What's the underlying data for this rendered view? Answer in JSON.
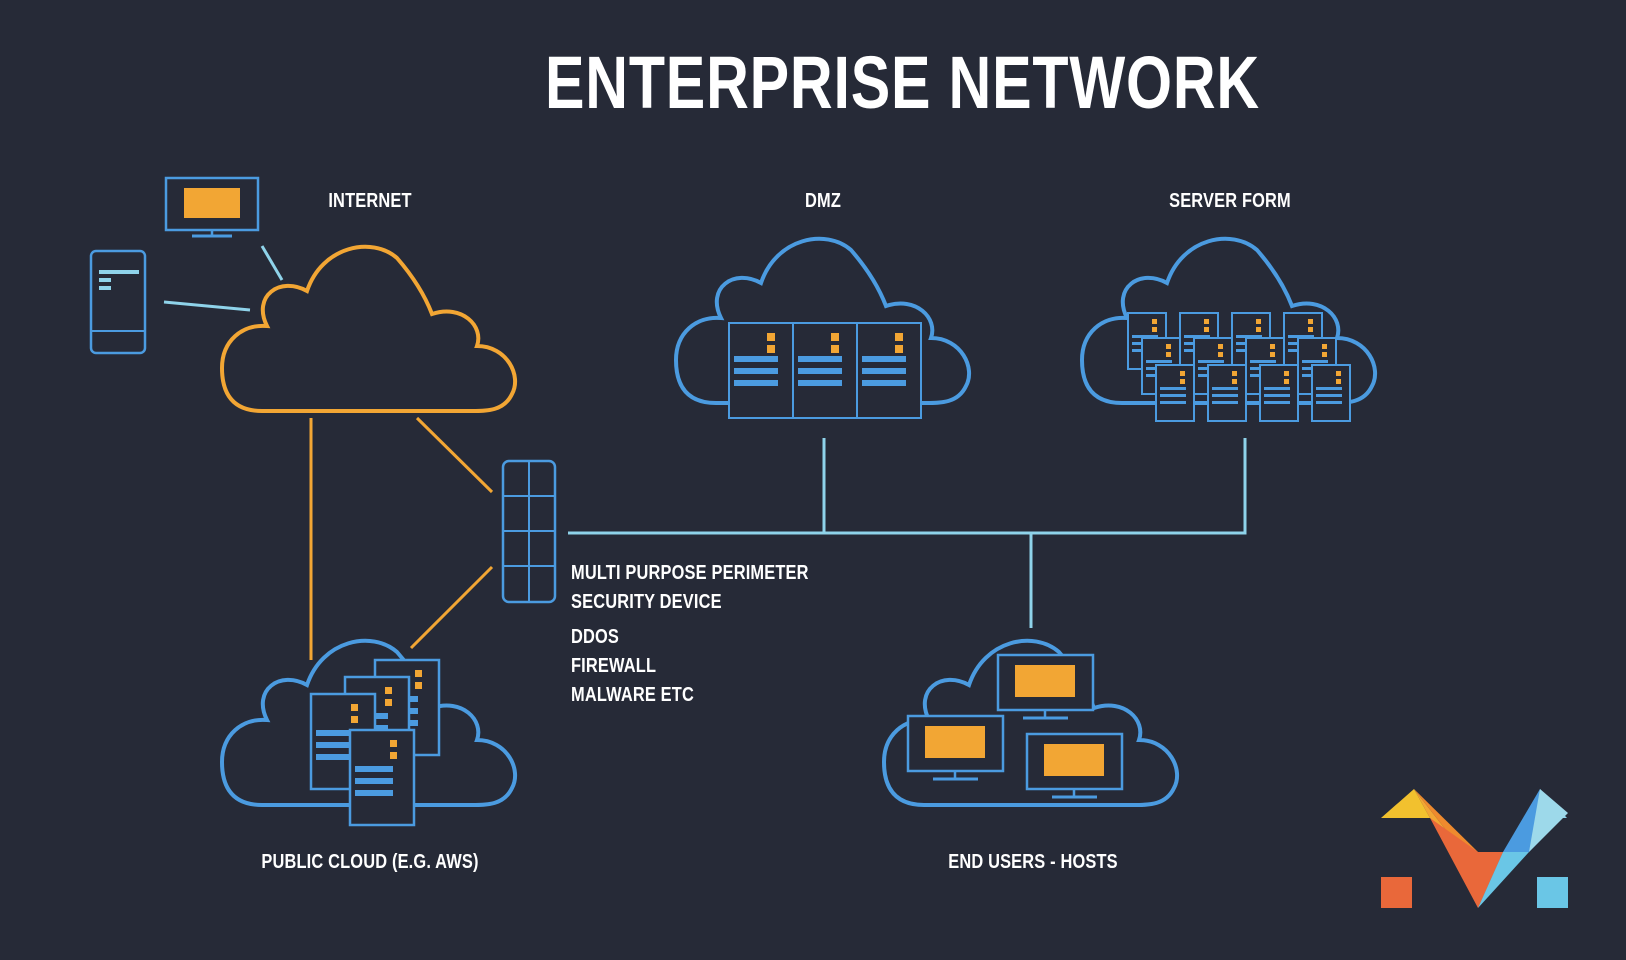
{
  "title": "ENTERPRISE NETWORK",
  "zones": {
    "internet": "INTERNET",
    "dmz": "DMZ",
    "server_farm": "SERVER FORM",
    "public_cloud": "PUBLIC CLOUD (E.G. AWS)",
    "end_users": "END USERS - HOSTS"
  },
  "perimeter": {
    "line1": "MULTI PURPOSE PERIMETER",
    "line2": "SECURITY DEVICE",
    "features": [
      "DDOS",
      "FIREWALL",
      "MALWARE ETC"
    ]
  },
  "colors": {
    "background": "#262a37",
    "cloud_blue": "#4b9be0",
    "cloud_orange": "#f2a634",
    "link_light": "#8fd3ea",
    "accent_orange": "#f2a634",
    "text": "#ffffff"
  }
}
